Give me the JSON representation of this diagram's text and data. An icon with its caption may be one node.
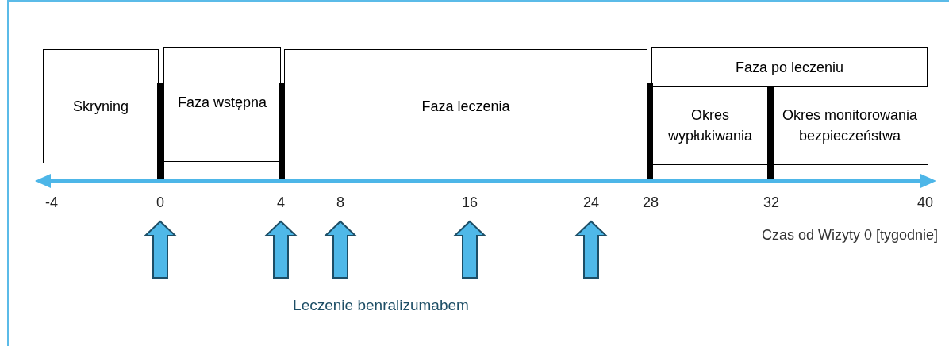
{
  "diagram": {
    "nodes": [
      {
        "text": [
          "Skryning"
        ]
      },
      {
        "text": [
          "Faza wstępna"
        ]
      },
      {
        "text": [
          "Faza leczenia"
        ]
      },
      {
        "text": [
          "Faza po leczeniu"
        ]
      },
      {
        "text": [
          "Okres wypłukiwania"
        ],
        "in": 3
      },
      {
        "text": [
          "Okres monitorowania bezpieczeństwa"
        ],
        "in": 3
      }
    ],
    "labels": [
      "-4",
      "0",
      "4",
      "8",
      "16",
      "24",
      "28",
      "32",
      "40",
      "Czas od Wizyty 0 [tygodnie]",
      "Leczenie benralizumabem"
    ]
  }
}
